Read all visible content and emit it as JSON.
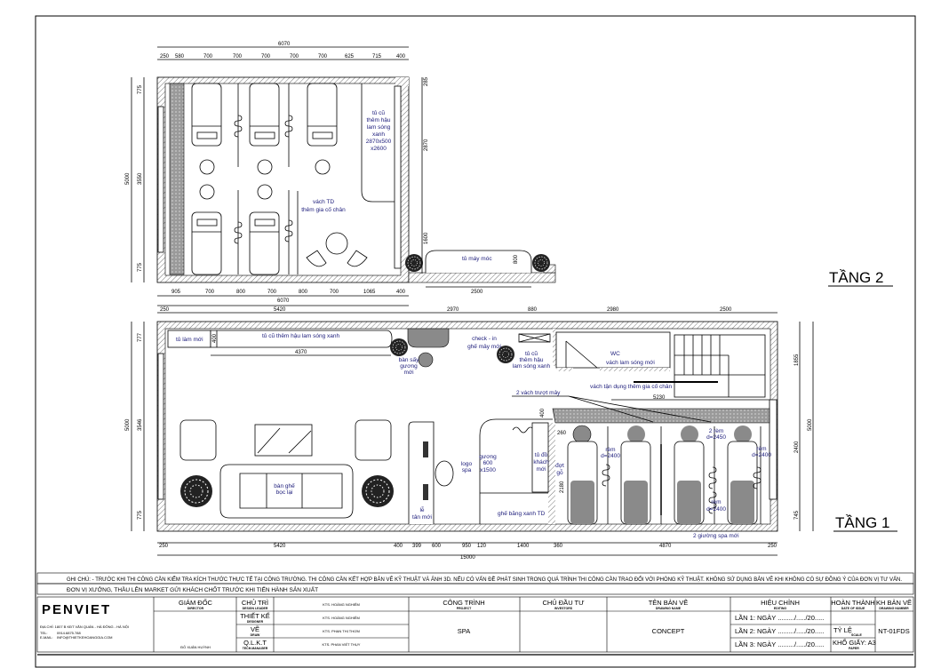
{
  "floor2": {
    "title": "TẦNG 2",
    "dims_top_total": "6070",
    "dims_top": [
      "250",
      "580",
      "700",
      "700",
      "700",
      "700",
      "700",
      "625",
      "715",
      "400"
    ],
    "dims_bottom": [
      "905",
      "700",
      "800",
      "700",
      "800",
      "700",
      "1065",
      "400"
    ],
    "dims_bottom_total": "6070",
    "dims_left": [
      "775",
      "3550",
      "775"
    ],
    "dims_left_total": "5000",
    "dims_right": [
      "285",
      "2870",
      "1600"
    ],
    "dim_cabinet_depth": "800",
    "dim_cabinet_width": "2500",
    "labels": {
      "cabinet": [
        "tủ cũ",
        "thêm hậu",
        "lam sóng",
        "xanh",
        "2870x500",
        "x2600"
      ],
      "partition": [
        "vách TD",
        "thêm gia cố chân"
      ],
      "machine_cabinet": "tủ máy móc"
    }
  },
  "floor1": {
    "title": "TẦNG 1",
    "dims_top": [
      "250",
      "5420",
      "2970",
      "880",
      "2980",
      "2500"
    ],
    "dims_bottom": [
      "250",
      "5420",
      "400",
      "399",
      "600",
      "950",
      "120",
      "1400",
      "360",
      "4870",
      "250"
    ],
    "dims_bottom_total": "15000",
    "dims_left": [
      "777",
      "3546",
      "775"
    ],
    "dims_left_total": "5000",
    "dims_right": [
      "1855",
      "2400",
      "745"
    ],
    "dims_right_total": "5000",
    "dim_misc": {
      "cab_depth": "400",
      "cab_len": "4370",
      "bed_wall": "5230",
      "w400": "400",
      "w260": "260",
      "h2180": "2180"
    },
    "labels": {
      "new_cabinet": "tủ làm mới",
      "old_cabinet": "tủ cũ thêm hậu lam sóng xanh",
      "dryer": [
        "bàn sấy",
        "gương",
        "mới"
      ],
      "checkin": [
        "check - in",
        "ghế mây mới"
      ],
      "cabinet2": [
        "tủ cũ",
        "thêm hậu",
        "lam sóng xanh"
      ],
      "wc": "WC",
      "wc_wall": "vách lam sóng mới",
      "reuse_wall": "vách tận dụng thêm gia cố chân",
      "sliding": "2 vách trượt mây",
      "sofa": [
        "bàn ghế",
        "bọc lại"
      ],
      "logo": [
        "logo",
        "spa"
      ],
      "mirror": [
        "gương",
        "600",
        "x1500"
      ],
      "reception": [
        "lễ",
        "tân mới"
      ],
      "guest_cabinet": [
        "tủ đồ",
        "khách",
        "mới"
      ],
      "wood": [
        "đợt",
        "gỗ"
      ],
      "bench": "ghế băng xanh TD",
      "curtain1": [
        "rèm",
        "d=2400"
      ],
      "curtain2": [
        "2 rèm",
        "d=2450"
      ],
      "curtain3": [
        "rèm",
        "d=2400"
      ],
      "curtain4": [
        "rèm",
        "d=2400"
      ],
      "beds": "2 giường spa mới"
    }
  },
  "notes": {
    "line1": "GHI CHÚ: - TRƯỚC KHI THI CÔNG CẦN KIỂM TRA KÍCH THƯỚC THỰC TẾ TẠI CÔNG TRƯỜNG.  THI CÔNG CẦN KẾT HỢP BẢN VẼ KỸ THUẬT VÀ ẢNH 3D. NẾU CÓ VẤN ĐỀ PHÁT SINH TRONG QUÁ TRÌNH THI CÔNG CẦN TRAO ĐỔI VỚI PHÒNG KỸ THUẬT. KHÔNG SỬ DỤNG BẢN VẼ KHI KHÔNG CÓ SỰ ĐỒNG Ý CỦA ĐƠN VỊ TƯ VẤN.",
    "line2": "ĐƠN VỊ XƯỞNG, THẦU LÊN MARKET GỬI KHÁCH CHỐT TRƯỚC KHI TIẾN HÀNH SẢN XUẤT"
  },
  "titleblock": {
    "company": "PENVIET",
    "address": "ĐỊA CHỈ: 1807 B KĐT VĂN QUÁN - HÀ ĐÔNG - HÀ NỘI",
    "tel_label": "TEL:",
    "tel": "0914.6875.788",
    "email_label": "E-MAIL:",
    "email": "INFO@THIETKEHOANGGIA.COM",
    "director": {
      "label": "GIÁM ĐỐC",
      "sub": "DIRECTOR",
      "name": "ĐỖ XUÂN HUỲNH"
    },
    "roles": [
      {
        "label": "CHỦ TRÌ",
        "sub": "DESIGN LEADER",
        "name": "KTS. HOÀNG NGHIÊM"
      },
      {
        "label": "THIẾT KẾ",
        "sub": "DESIGNER",
        "name": "KTS. HOÀNG NGHIÊM"
      },
      {
        "label": "VẼ",
        "sub": "DRAW",
        "name": "KTS. PHAN THỊ THƠM"
      },
      {
        "label": "Q.L.K.T",
        "sub": "TECH.MANAGER",
        "name": "KTS. PHAN VIẾT THỤY"
      }
    ],
    "project": {
      "label": "CÔNG TRÌNH",
      "sub": "PROJECT",
      "value": "SPA"
    },
    "investor": {
      "label": "CHỦ ĐẦU TƯ",
      "sub": "INVESTORS"
    },
    "drawing_name": {
      "label": "TÊN BẢN VẼ",
      "sub": "DRAWING NAME",
      "value": "CONCEPT"
    },
    "revision": {
      "label": "HIỆU CHỈNH",
      "sub": "EDITING",
      "rows": [
        "LẦN 1: NGÀY  ........./...../20.....",
        "LẦN 2: NGÀY  ........./...../20.....",
        "LẦN 3: NGÀY ........./...../20....."
      ]
    },
    "completion": {
      "label": "HOÀN THÀNH",
      "sub": "DATE OF ISSUE"
    },
    "scale": {
      "label": "TỶ LỆ",
      "sub": "SCALE"
    },
    "paper": {
      "label": "KHỔ GIẤY: A3",
      "sub": "PAPER"
    },
    "drawing_no": {
      "label": "KH BẢN VẼ",
      "sub": "DRAWING NUMBER",
      "value": "NT-01FDS"
    }
  }
}
